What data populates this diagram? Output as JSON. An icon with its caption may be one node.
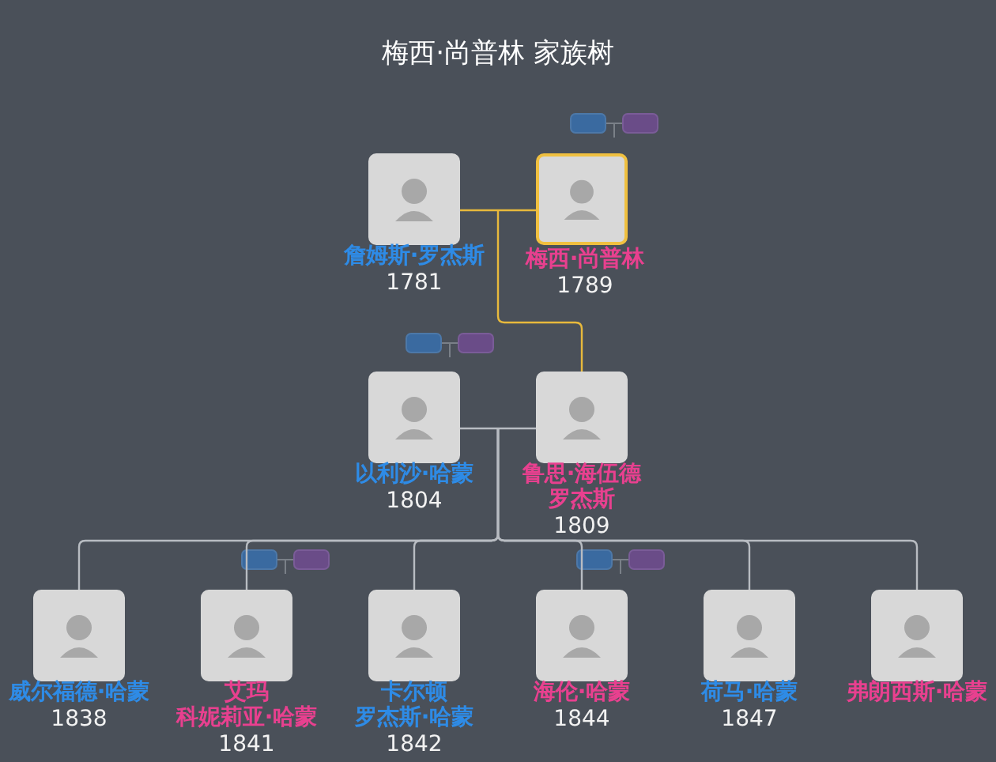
{
  "diagram": {
    "title": "梅西·尚普林 家族树",
    "nodes": [
      {
        "text": [
          "詹姆斯·罗杰斯",
          "1781"
        ]
      },
      {
        "text": [
          "梅西·尚普林",
          "1789"
        ]
      },
      {
        "text": [
          "以利沙·哈蒙",
          "1804"
        ]
      },
      {
        "text": [
          "鲁思·海伍德罗杰斯",
          "1809"
        ]
      },
      {
        "text": [
          "威尔福德·哈蒙",
          "1838"
        ]
      },
      {
        "text": [
          "艾玛科妮莉亚·哈蒙",
          "1841"
        ]
      },
      {
        "text": [
          "卡尔顿罗杰斯·哈蒙",
          "1842"
        ]
      },
      {
        "text": [
          "海伦·哈蒙",
          "1844"
        ]
      },
      {
        "text": [
          "荷马·哈蒙",
          "1847"
        ]
      },
      {
        "text": [
          "弗朗西斯·哈蒙"
        ]
      }
    ],
    "edges": [
      {
        "from": 0,
        "to": 1,
        "arrow": "none",
        "color": "#e8b93c"
      },
      {
        "from": 0,
        "to": 3,
        "arrow": "none",
        "color": "#e8b93c"
      },
      {
        "from": 1,
        "to": 3,
        "arrow": "none",
        "color": "#e8b93c"
      },
      {
        "from": 2,
        "to": 3,
        "arrow": "none"
      },
      {
        "from": 2,
        "to": 4,
        "arrow": "none"
      },
      {
        "from": 3,
        "to": 4,
        "arrow": "none"
      },
      {
        "from": 2,
        "to": 5,
        "arrow": "none"
      },
      {
        "from": 3,
        "to": 5,
        "arrow": "none"
      },
      {
        "from": 2,
        "to": 6,
        "arrow": "none"
      },
      {
        "from": 3,
        "to": 6,
        "arrow": "none"
      },
      {
        "from": 2,
        "to": 7,
        "arrow": "none"
      },
      {
        "from": 3,
        "to": 7,
        "arrow": "none"
      },
      {
        "from": 2,
        "to": 8,
        "arrow": "none"
      },
      {
        "from": 3,
        "to": 8,
        "arrow": "none"
      },
      {
        "from": 2,
        "to": 9,
        "arrow": "none"
      },
      {
        "from": 3,
        "to": 9,
        "arrow": "none"
      }
    ]
  }
}
